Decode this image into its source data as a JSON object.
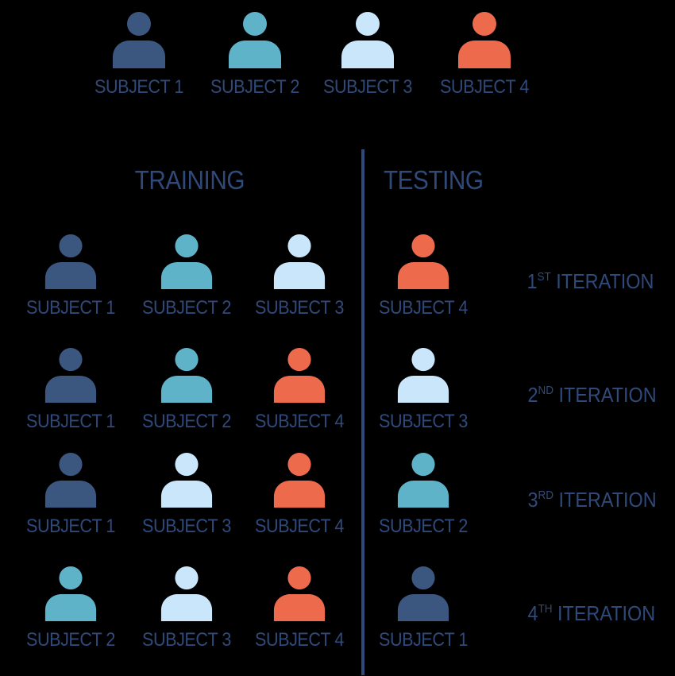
{
  "colors": {
    "text": "#2f4a7a",
    "subject_1": "#3b5780",
    "subject_2": "#5fb3c9",
    "subject_3": "#c9e6fb",
    "subject_4": "#ee6a4d"
  },
  "icons": {
    "person": "person-icon"
  },
  "legend": [
    {
      "subject": 1,
      "label": "SUBJECT 1"
    },
    {
      "subject": 2,
      "label": "SUBJECT 2"
    },
    {
      "subject": 3,
      "label": "SUBJECT 3"
    },
    {
      "subject": 4,
      "label": "SUBJECT 4"
    }
  ],
  "headers": {
    "training": "TRAINING",
    "testing": "TESTING"
  },
  "iterations": [
    {
      "ordinal": "1",
      "suffix": "ST",
      "word": " ITERATION",
      "training": [
        {
          "subject": 1,
          "label": "SUBJECT 1"
        },
        {
          "subject": 2,
          "label": "SUBJECT 2"
        },
        {
          "subject": 3,
          "label": "SUBJECT 3"
        }
      ],
      "testing": {
        "subject": 4,
        "label": "SUBJECT 4"
      }
    },
    {
      "ordinal": "2",
      "suffix": "ND",
      "word": " ITERATION",
      "training": [
        {
          "subject": 1,
          "label": "SUBJECT 1"
        },
        {
          "subject": 2,
          "label": "SUBJECT 2"
        },
        {
          "subject": 4,
          "label": "SUBJECT 4"
        }
      ],
      "testing": {
        "subject": 3,
        "label": "SUBJECT 3"
      }
    },
    {
      "ordinal": "3",
      "suffix": "RD",
      "word": " ITERATION",
      "training": [
        {
          "subject": 1,
          "label": "SUBJECT 1"
        },
        {
          "subject": 3,
          "label": "SUBJECT 3"
        },
        {
          "subject": 4,
          "label": "SUBJECT 4"
        }
      ],
      "testing": {
        "subject": 2,
        "label": "SUBJECT 2"
      }
    },
    {
      "ordinal": "4",
      "suffix": "TH",
      "word": " ITERATION",
      "training": [
        {
          "subject": 2,
          "label": "SUBJECT 2"
        },
        {
          "subject": 3,
          "label": "SUBJECT 3"
        },
        {
          "subject": 4,
          "label": "SUBJECT 4"
        }
      ],
      "testing": {
        "subject": 1,
        "label": "SUBJECT 1"
      }
    }
  ]
}
